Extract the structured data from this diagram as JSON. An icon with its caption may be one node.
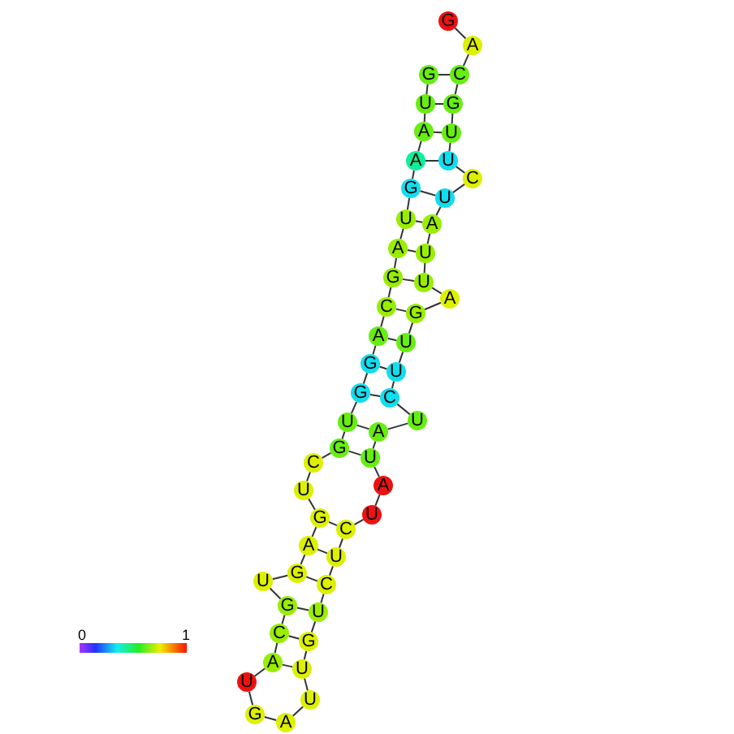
{
  "diagram": {
    "nodes": [
      {
        "text": [
          "G"
        ]
      },
      {
        "text": [
          "U"
        ]
      },
      {
        "text": [
          "A"
        ]
      },
      {
        "text": [
          "A"
        ]
      },
      {
        "text": [
          "G"
        ]
      },
      {
        "text": [
          "U"
        ]
      },
      {
        "text": [
          "A"
        ]
      },
      {
        "text": [
          "G"
        ]
      },
      {
        "text": [
          "C"
        ]
      },
      {
        "text": [
          "A"
        ]
      },
      {
        "text": [
          "G"
        ]
      },
      {
        "text": [
          "G"
        ]
      },
      {
        "text": [
          "U"
        ]
      },
      {
        "text": [
          "G"
        ]
      },
      {
        "text": [
          "C"
        ]
      },
      {
        "text": [
          "U"
        ]
      },
      {
        "text": [
          "G"
        ]
      },
      {
        "text": [
          "A"
        ]
      },
      {
        "text": [
          "G"
        ]
      },
      {
        "text": [
          "U"
        ]
      },
      {
        "text": [
          "G"
        ]
      },
      {
        "text": [
          "C"
        ]
      },
      {
        "text": [
          "A"
        ]
      },
      {
        "text": [
          "U"
        ]
      },
      {
        "text": [
          "G"
        ]
      },
      {
        "text": [
          "A"
        ]
      },
      {
        "text": [
          "U"
        ]
      },
      {
        "text": [
          "U"
        ]
      },
      {
        "text": [
          "G"
        ]
      },
      {
        "text": [
          "U"
        ]
      },
      {
        "text": [
          "C"
        ]
      },
      {
        "text": [
          "U"
        ]
      },
      {
        "text": [
          "C"
        ]
      },
      {
        "text": [
          "U"
        ]
      },
      {
        "text": [
          "A"
        ]
      },
      {
        "text": [
          "U"
        ]
      },
      {
        "text": [
          "A"
        ]
      },
      {
        "text": [
          "U"
        ]
      },
      {
        "text": [
          "C"
        ]
      },
      {
        "text": [
          "U"
        ]
      },
      {
        "text": [
          "U"
        ]
      },
      {
        "text": [
          "G"
        ]
      },
      {
        "text": [
          "A"
        ]
      },
      {
        "text": [
          "U"
        ]
      },
      {
        "text": [
          "U"
        ]
      },
      {
        "text": [
          "A"
        ]
      },
      {
        "text": [
          "U"
        ]
      },
      {
        "text": [
          "C"
        ]
      },
      {
        "text": [
          "U"
        ]
      },
      {
        "text": [
          "U"
        ]
      },
      {
        "text": [
          "G"
        ]
      },
      {
        "text": [
          "C"
        ]
      },
      {
        "text": [
          "A"
        ]
      },
      {
        "text": [
          "G"
        ]
      }
    ],
    "edges": [
      {
        "from": 0,
        "to": 1,
        "arrow": "none"
      },
      {
        "from": 1,
        "to": 2,
        "arrow": "none"
      },
      {
        "from": 2,
        "to": 3,
        "arrow": "none"
      },
      {
        "from": 3,
        "to": 4,
        "arrow": "none"
      },
      {
        "from": 4,
        "to": 5,
        "arrow": "none"
      },
      {
        "from": 5,
        "to": 6,
        "arrow": "none"
      },
      {
        "from": 6,
        "to": 7,
        "arrow": "none"
      },
      {
        "from": 7,
        "to": 8,
        "arrow": "none"
      },
      {
        "from": 8,
        "to": 9,
        "arrow": "none"
      },
      {
        "from": 9,
        "to": 10,
        "arrow": "none"
      },
      {
        "from": 10,
        "to": 11,
        "arrow": "none"
      },
      {
        "from": 11,
        "to": 12,
        "arrow": "none"
      },
      {
        "from": 12,
        "to": 13,
        "arrow": "none"
      },
      {
        "from": 13,
        "to": 14,
        "arrow": "none"
      },
      {
        "from": 14,
        "to": 15,
        "arrow": "none"
      },
      {
        "from": 15,
        "to": 16,
        "arrow": "none"
      },
      {
        "from": 16,
        "to": 17,
        "arrow": "none"
      },
      {
        "from": 17,
        "to": 18,
        "arrow": "none"
      },
      {
        "from": 18,
        "to": 19,
        "arrow": "none"
      },
      {
        "from": 19,
        "to": 20,
        "arrow": "none"
      },
      {
        "from": 20,
        "to": 21,
        "arrow": "none"
      },
      {
        "from": 21,
        "to": 22,
        "arrow": "none"
      },
      {
        "from": 22,
        "to": 23,
        "arrow": "none"
      },
      {
        "from": 23,
        "to": 24,
        "arrow": "none"
      },
      {
        "from": 24,
        "to": 25,
        "arrow": "none"
      },
      {
        "from": 25,
        "to": 26,
        "arrow": "none"
      },
      {
        "from": 26,
        "to": 27,
        "arrow": "none"
      },
      {
        "from": 27,
        "to": 28,
        "arrow": "none"
      },
      {
        "from": 28,
        "to": 29,
        "arrow": "none"
      },
      {
        "from": 29,
        "to": 30,
        "arrow": "none"
      },
      {
        "from": 30,
        "to": 31,
        "arrow": "none"
      },
      {
        "from": 31,
        "to": 32,
        "arrow": "none"
      },
      {
        "from": 32,
        "to": 33,
        "arrow": "none"
      },
      {
        "from": 33,
        "to": 34,
        "arrow": "none"
      },
      {
        "from": 34,
        "to": 35,
        "arrow": "none"
      },
      {
        "from": 35,
        "to": 36,
        "arrow": "none"
      },
      {
        "from": 36,
        "to": 37,
        "arrow": "none"
      },
      {
        "from": 37,
        "to": 38,
        "arrow": "none"
      },
      {
        "from": 38,
        "to": 39,
        "arrow": "none"
      },
      {
        "from": 39,
        "to": 40,
        "arrow": "none"
      },
      {
        "from": 40,
        "to": 41,
        "arrow": "none"
      },
      {
        "from": 41,
        "to": 42,
        "arrow": "none"
      },
      {
        "from": 42,
        "to": 43,
        "arrow": "none"
      },
      {
        "from": 43,
        "to": 44,
        "arrow": "none"
      },
      {
        "from": 44,
        "to": 45,
        "arrow": "none"
      },
      {
        "from": 45,
        "to": 46,
        "arrow": "none"
      },
      {
        "from": 46,
        "to": 47,
        "arrow": "none"
      },
      {
        "from": 47,
        "to": 48,
        "arrow": "none"
      },
      {
        "from": 48,
        "to": 49,
        "arrow": "none"
      },
      {
        "from": 49,
        "to": 50,
        "arrow": "none"
      },
      {
        "from": 50,
        "to": 51,
        "arrow": "none"
      },
      {
        "from": 51,
        "to": 52,
        "arrow": "none"
      },
      {
        "from": 52,
        "to": 53,
        "arrow": "none"
      },
      {
        "from": 0,
        "to": 51,
        "arrow": "none"
      },
      {
        "from": 1,
        "to": 50,
        "arrow": "none"
      },
      {
        "from": 2,
        "to": 49,
        "arrow": "none"
      },
      {
        "from": 3,
        "to": 48,
        "arrow": "none"
      },
      {
        "from": 4,
        "to": 46,
        "arrow": "none"
      },
      {
        "from": 5,
        "to": 45,
        "arrow": "none"
      },
      {
        "from": 6,
        "to": 44,
        "arrow": "none"
      },
      {
        "from": 7,
        "to": 43,
        "arrow": "none"
      },
      {
        "from": 8,
        "to": 41,
        "arrow": "none"
      },
      {
        "from": 9,
        "to": 40,
        "arrow": "none"
      },
      {
        "from": 10,
        "to": 39,
        "arrow": "none"
      },
      {
        "from": 11,
        "to": 38,
        "arrow": "none"
      },
      {
        "from": 12,
        "to": 36,
        "arrow": "none"
      },
      {
        "from": 13,
        "to": 35,
        "arrow": "none"
      },
      {
        "from": 16,
        "to": 32,
        "arrow": "none"
      },
      {
        "from": 17,
        "to": 31,
        "arrow": "none"
      },
      {
        "from": 18,
        "to": 30,
        "arrow": "none"
      },
      {
        "from": 20,
        "to": 29,
        "arrow": "none"
      },
      {
        "from": 21,
        "to": 28,
        "arrow": "none"
      },
      {
        "from": 22,
        "to": 27,
        "arrow": "none"
      }
    ],
    "labels": [
      "0",
      "1"
    ]
  }
}
